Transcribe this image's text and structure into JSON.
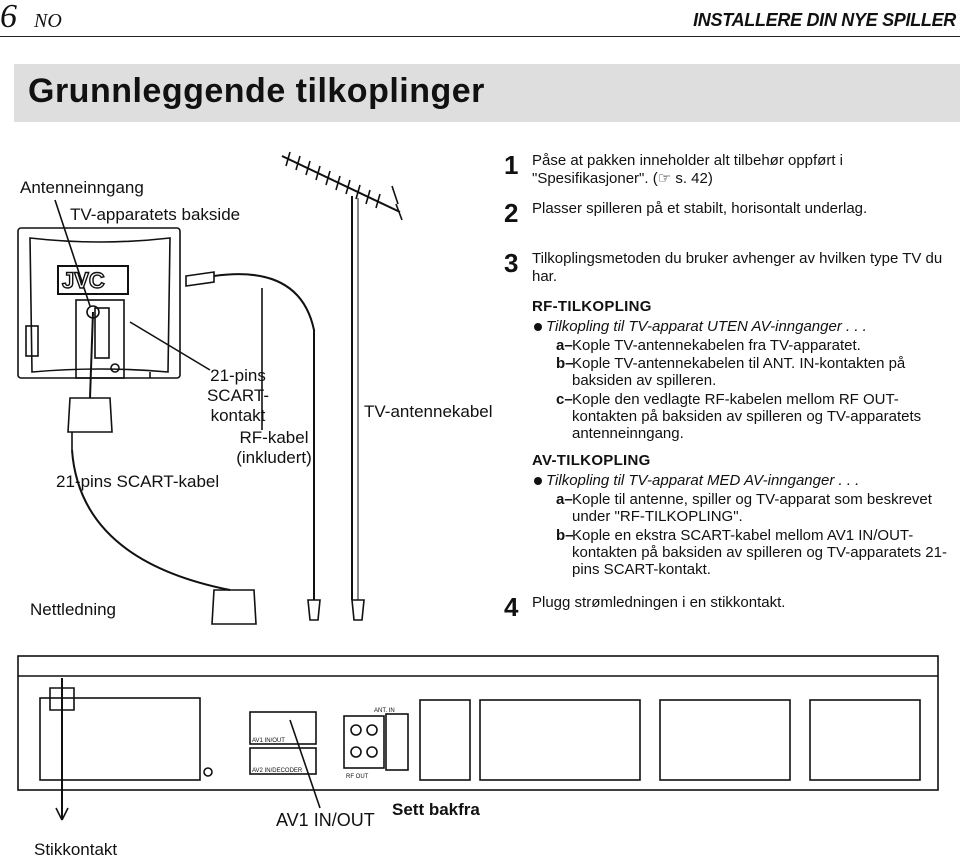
{
  "header": {
    "page_number": "6",
    "language": "NO",
    "section": "INSTALLERE DIN NYE SPILLER"
  },
  "title": "Grunnleggende tilkoplinger",
  "diagram": {
    "labels": {
      "antenna_input": "Antenneinngang",
      "tv_rear": "TV-apparatets bakside",
      "scart_21pin_contact": "21-pins SCART-kontakt",
      "rf_cable": "RF-kabel (inkludert)",
      "tv_antenna_cable": "TV-antennekabel",
      "scart_21pin_cable": "21-pins SCART-kabel",
      "power_cord": "Nettledning",
      "av1_in_out": "AV1 IN/OUT",
      "rear_view": "Sett bakfra",
      "wall_outlet": "Stikkontakt"
    },
    "tv_logo": "JVC",
    "vcr_panel_labels": {
      "av1": "AV1 IN/OUT",
      "av2": "AV2 IN/DECODER",
      "rf_out": "RF OUT",
      "ant_in": "ANT. IN"
    }
  },
  "steps": [
    {
      "num": "1",
      "text": "Påse at pakken inneholder alt tilbehør oppført i \"Spesifikasjoner\". (☞ s. 42)"
    },
    {
      "num": "2",
      "text": "Plasser spilleren på et stabilt, horisontalt underlag."
    },
    {
      "num": "3",
      "text": "Tilkoplingsmetoden du bruker avhenger av hvilken type TV du har."
    },
    {
      "num": "4",
      "text": "Plugg strømledningen i en stikkontakt."
    }
  ],
  "rf_section": {
    "title": "RF-TILKOPLING",
    "bullet": "Tilkopling til TV-apparat UTEN AV-innganger . . .",
    "items": [
      {
        "letter": "a–",
        "text": "Kople TV-antennekabelen fra TV-apparatet."
      },
      {
        "letter": "b–",
        "text": "Kople TV-antennekabelen til ANT. IN-kontakten på baksiden av spilleren."
      },
      {
        "letter": "c–",
        "text": "Kople den vedlagte RF-kabelen mellom RF OUT-kontakten på baksiden av spilleren og TV-apparatets antenneinngang."
      }
    ]
  },
  "av_section": {
    "title": "AV-TILKOPLING",
    "bullet": "Tilkopling til TV-apparat MED AV-innganger . . .",
    "items": [
      {
        "letter": "a–",
        "text": "Kople til antenne, spiller og TV-apparat som beskrevet under \"RF-TILKOPLING\"."
      },
      {
        "letter": "b–",
        "text": "Kople en ekstra SCART-kabel mellom AV1 IN/OUT-kontakten på baksiden av spilleren og TV-apparatets 21-pins SCART-kontakt."
      }
    ]
  }
}
